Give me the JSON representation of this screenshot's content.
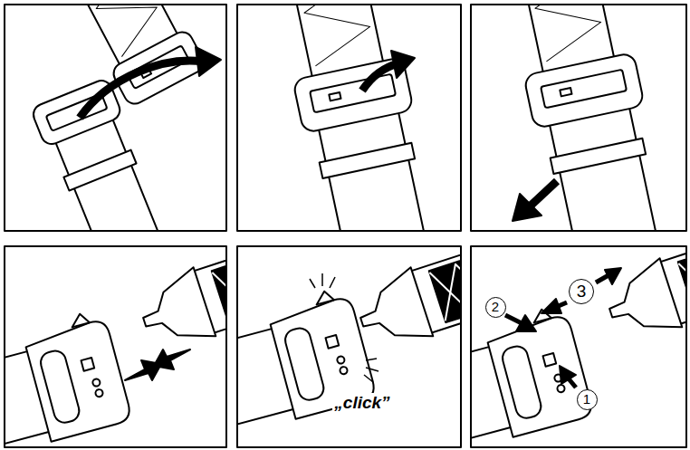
{
  "diagram": {
    "labels": [
      "„click”",
      "2",
      "3",
      "1"
    ]
  }
}
